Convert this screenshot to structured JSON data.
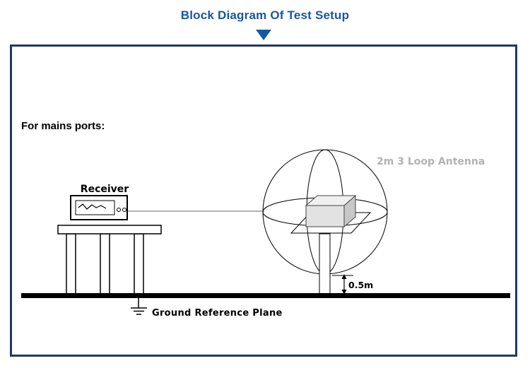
{
  "header": {
    "title": "Block Diagram Of Test Setup",
    "pointer_icon": "down-triangle"
  },
  "panel": {
    "section_label": "For mains ports:"
  },
  "diagram": {
    "receiver": {
      "label": "Receiver"
    },
    "antenna": {
      "label": "2m 3 Loop Antenna"
    },
    "height_marker": {
      "label": "0.5m"
    },
    "ground": {
      "label": "Ground Reference Plane"
    }
  },
  "colors": {
    "title_blue": "#1656a5",
    "frame_border_navy": "#1f3864",
    "antenna_label_gray": "#b2b2b2",
    "ground_line_black": "#000000",
    "cable_gray": "#9a9a9a"
  }
}
